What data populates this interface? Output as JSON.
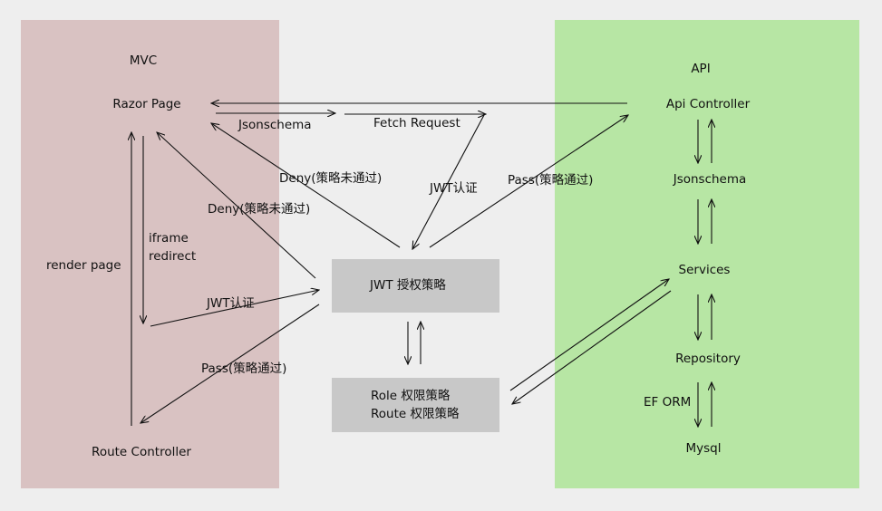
{
  "mvc": {
    "title": "MVC",
    "razor_page": "Razor Page",
    "route_controller": "Route Controller",
    "render_page": "render page",
    "iframe": "iframe",
    "redirect": "redirect",
    "deny_upper": "Deny(策略未通过)",
    "deny_lower": "Deny(策略未通过)",
    "jwt_auth": "JWT认证",
    "pass": "Pass(策略通过)"
  },
  "middle": {
    "jsonschema": "Jsonschema",
    "fetch_request": "Fetch Request",
    "jwt_auth": "JWT认证",
    "pass": "Pass(策略通过)",
    "jwt_policy": "JWT 授权策略",
    "role_policy": "Role 权限策略",
    "route_policy": "Route 权限策略"
  },
  "api": {
    "title": "API",
    "api_controller": "Api Controller",
    "jsonschema": "Jsonschema",
    "services": "Services",
    "repository": "Repository",
    "ef_orm": "EF ORM",
    "mysql": "Mysql"
  },
  "colors": {
    "mvc_panel": "#d9c2c2",
    "api_panel": "#b7e6a4",
    "policy_box": "#c8c8c8",
    "background": "#eeeeee"
  }
}
